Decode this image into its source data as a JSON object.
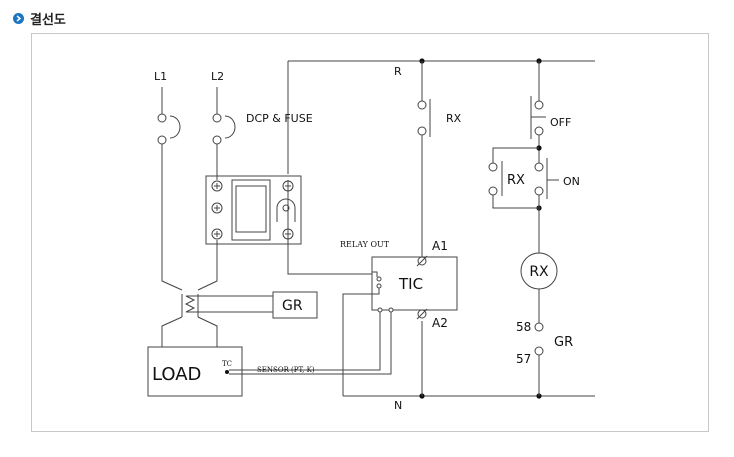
{
  "heading": {
    "title": "결선도",
    "bullet_icon": "chevron-right-icon",
    "accent": "#1b75c0"
  },
  "labels": {
    "L1": "L1",
    "L2": "L2",
    "dcp": "DCP & FUSE",
    "R": "R",
    "N": "N",
    "rx_contact": "RX",
    "off": "OFF",
    "on": "ON",
    "rx_aux": "RX",
    "rx_coil": "RX",
    "relay_out": "RELAY OUT",
    "A1": "A1",
    "A2": "A2",
    "tic": "TIC",
    "gr": "GR",
    "gr_right": "GR",
    "t58": "58",
    "t57": "57",
    "load": "LOAD",
    "tc": "TC",
    "sensor": "SENSOR (PT, K)"
  }
}
